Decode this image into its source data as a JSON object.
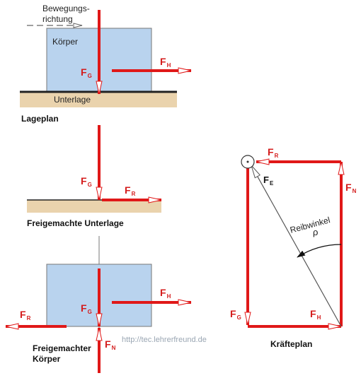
{
  "lageplan": {
    "direction_label_line1": "Bewegungs-",
    "direction_label_line2": "richtung",
    "body_label": "Körper",
    "ground_label": "Unterlage",
    "caption": "Lageplan",
    "fg": {
      "main": "F",
      "sub": "G"
    },
    "fh": {
      "main": "F",
      "sub": "H"
    }
  },
  "unterlage": {
    "caption": "Freigemachte Unterlage",
    "fg": {
      "main": "F",
      "sub": "G"
    },
    "fr": {
      "main": "F",
      "sub": "R"
    }
  },
  "koerper": {
    "caption_line1": "Freigemachter",
    "caption_line2": "Körper",
    "fg": {
      "main": "F",
      "sub": "G"
    },
    "fh": {
      "main": "F",
      "sub": "H"
    },
    "fr": {
      "main": "F",
      "sub": "R"
    },
    "fn": {
      "main": "F",
      "sub": "N"
    }
  },
  "kraefteplan": {
    "caption": "Kräfteplan",
    "fr": {
      "main": "F",
      "sub": "R"
    },
    "fn": {
      "main": "F",
      "sub": "N"
    },
    "fe": {
      "main": "F",
      "sub": "E"
    },
    "fg": {
      "main": "F",
      "sub": "G"
    },
    "fh": {
      "main": "F",
      "sub": "H"
    },
    "angle_label": "Reibwinkel",
    "angle_symbol": "ρ"
  },
  "watermark": "http://tec.lehrerfreund.de",
  "colors": {
    "force": "#e01818",
    "body_fill": "#b9d3ee",
    "ground_fill": "#ead3ad"
  }
}
